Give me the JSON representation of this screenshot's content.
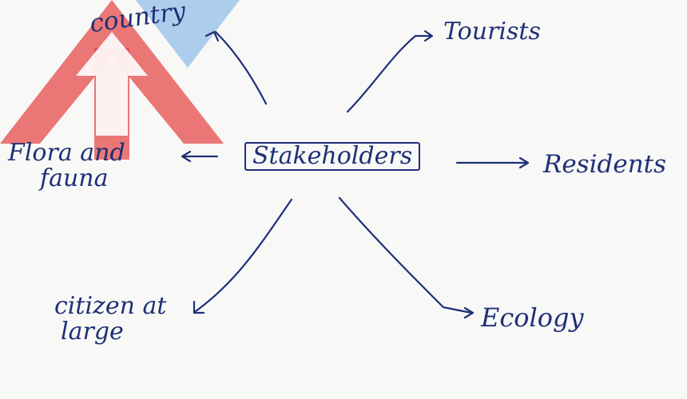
{
  "diagram": {
    "center": "Stakeholders",
    "nodes": {
      "country": "country",
      "tourists": "Tourists",
      "residents": "Residents",
      "flora_line1": "Flora and",
      "flora_line2": "fauna",
      "citizen_line1": "citizen at",
      "citizen_line2": "large",
      "ecology": "Ecology"
    }
  },
  "colors": {
    "ink": "#1e2f78",
    "watermark_red": "#e64b4b",
    "watermark_blue": "#6fa9e6"
  }
}
